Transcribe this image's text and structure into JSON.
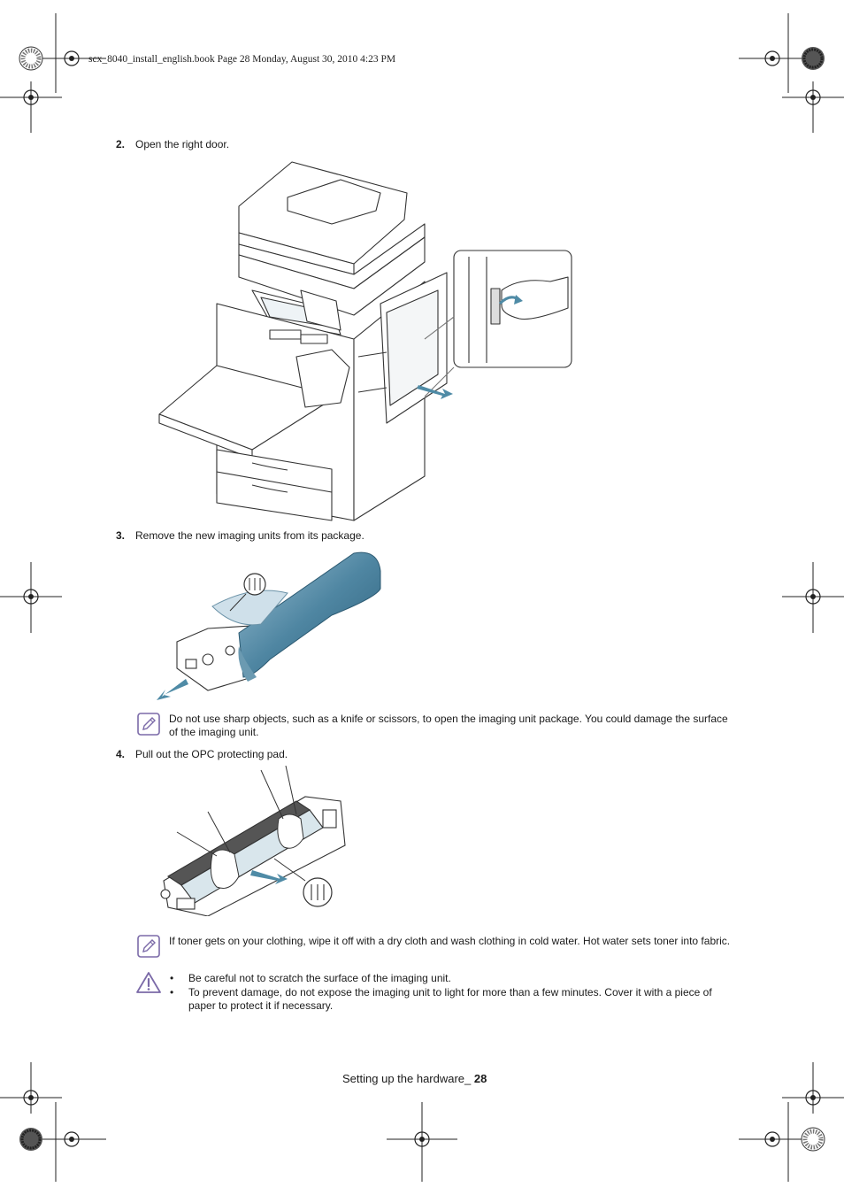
{
  "header": {
    "book_info": "scx_8040_install_english.book  Page 28  Monday, August 30, 2010  4:23 PM"
  },
  "steps": [
    {
      "number": "2.",
      "text": "Open the right door."
    },
    {
      "number": "3.",
      "text": "Remove the new imaging units from its package."
    },
    {
      "number": "4.",
      "text": "Pull out the OPC protecting pad."
    }
  ],
  "notes": {
    "note1": {
      "icon": "note-pencil-icon",
      "text": "Do not use sharp objects, such as a knife or scissors, to open the imaging unit package. You could damage the surface of the imaging unit."
    },
    "note2": {
      "icon": "note-pencil-icon",
      "text": "If toner gets on your clothing, wipe it off with a dry cloth and wash clothing in cold water. Hot water sets toner into fabric."
    }
  },
  "caution": {
    "icon": "warning-triangle-icon",
    "items": [
      "Be careful not to scratch the surface of the imaging unit.",
      "To prevent damage, do not expose the imaging unit to light for more than a few minutes. Cover it with a piece of paper to protect it if necessary."
    ]
  },
  "footer": {
    "section": "Setting up the hardware_",
    "page": "28"
  },
  "colors": {
    "accent_blue": "#3f7f9a",
    "icon_purple": "#7b6aa8",
    "line": "#333333"
  }
}
